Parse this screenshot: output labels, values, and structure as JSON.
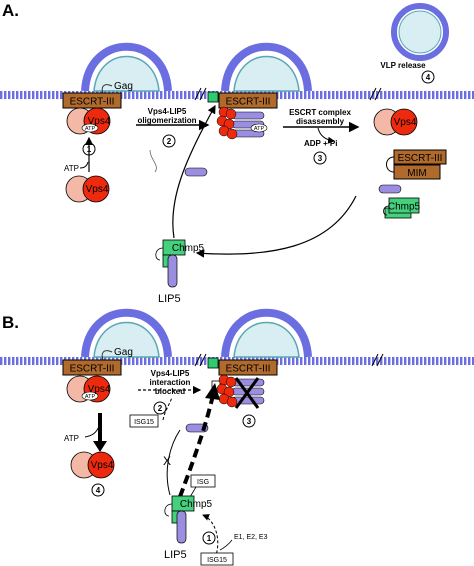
{
  "panels": [
    {
      "label": "A."
    },
    {
      "label": "B."
    }
  ],
  "colors": {
    "membrane": "#6a6ee0",
    "bud_fill": "#d9eef2",
    "bud_stroke": "#5aa6b4",
    "escrt_fill": "#b06a2c",
    "vps4_red": "#ee2a0e",
    "vps4_pink": "#f4b8a6",
    "chmp5_fill": "#44d07c",
    "lip5_fill": "#9a8ee0",
    "green_square": "#2ecc71"
  },
  "panel_a": {
    "gag": "Gag",
    "escrt_1": "ESCRT-III",
    "vps4_1": "Vps4",
    "atp_1": "ATP",
    "step_1": "1",
    "atp_label": "ATP",
    "vps4_2": "Vps4",
    "arrow_label_line1": "Vps4-LIP5",
    "arrow_label_line2": "oligomerization",
    "step_2": "2",
    "escrt_2": "ESCRT-III",
    "atp_2": "ATP",
    "disassembly_line1": "ESCRT complex",
    "disassembly_line2": "disassembly",
    "adp_pi": "ADP + Pi",
    "step_3": "3",
    "vps4_3": "Vps4",
    "escrt_3": "ESCRT-III",
    "mim": "MIM",
    "chmp5_right": "Chmp5",
    "chmp5_bottom": "Chmp5",
    "lip5": "LIP5",
    "vlp_release": "VLP release",
    "step_4": "4"
  },
  "panel_b": {
    "gag": "Gag",
    "escrt_1": "ESCRT-III",
    "vps4_1": "Vps4",
    "atp_1": "ATP",
    "blocked_line1": "Vps4-LIP5",
    "blocked_line2": "interaction",
    "blocked_line3": "blocked",
    "step_2": "2",
    "isg15_box": "ISG15",
    "escrt_2": "ESCRT-III",
    "step_3": "3",
    "atp_label": "ATP",
    "vps4_2": "Vps4",
    "step_4": "4",
    "block_mark": "X",
    "isg_box": "ISG",
    "chmp5": "Chmp5",
    "lip5": "LIP5",
    "step_1": "1",
    "enzymes": "E1, E2, E3",
    "isg15_bottom": "ISG15"
  }
}
